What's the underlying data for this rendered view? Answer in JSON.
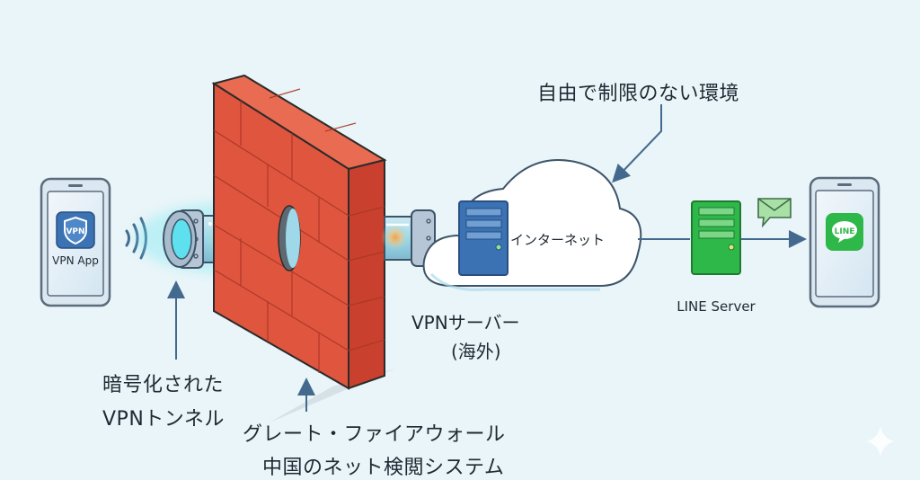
{
  "title": "VPN経由でLINEを使う仕組み",
  "colors": {
    "background": "#e9f5f8",
    "wall": "#e0553e",
    "wall_side": "#c9412e",
    "vpn_blue": "#3a72b4",
    "line_green": "#2fb84a",
    "arrow": "#44698e",
    "tunnel_glow": "#5fe3f0",
    "tunnel_core": "#f6a13b"
  },
  "nodes": {
    "vpn_app": {
      "label": "VPN App",
      "icon_text": "VPN",
      "icon": "shield-icon"
    },
    "tunnel": {
      "label_line1": "暗号化された",
      "label_line2": "VPNトンネル"
    },
    "firewall": {
      "label_line1": "グレート・ファイアウォール",
      "label_line2": "中国のネット検閲システム"
    },
    "vpn_server": {
      "label_line1": "VPNサーバー",
      "label_line2": "(海外)"
    },
    "internet": {
      "label": "インターネット",
      "callout": "自由で制限のない環境"
    },
    "line_server": {
      "label": "LINE Server",
      "icon": "message-envelope-icon"
    },
    "line_app": {
      "icon_text": "LINE"
    }
  }
}
